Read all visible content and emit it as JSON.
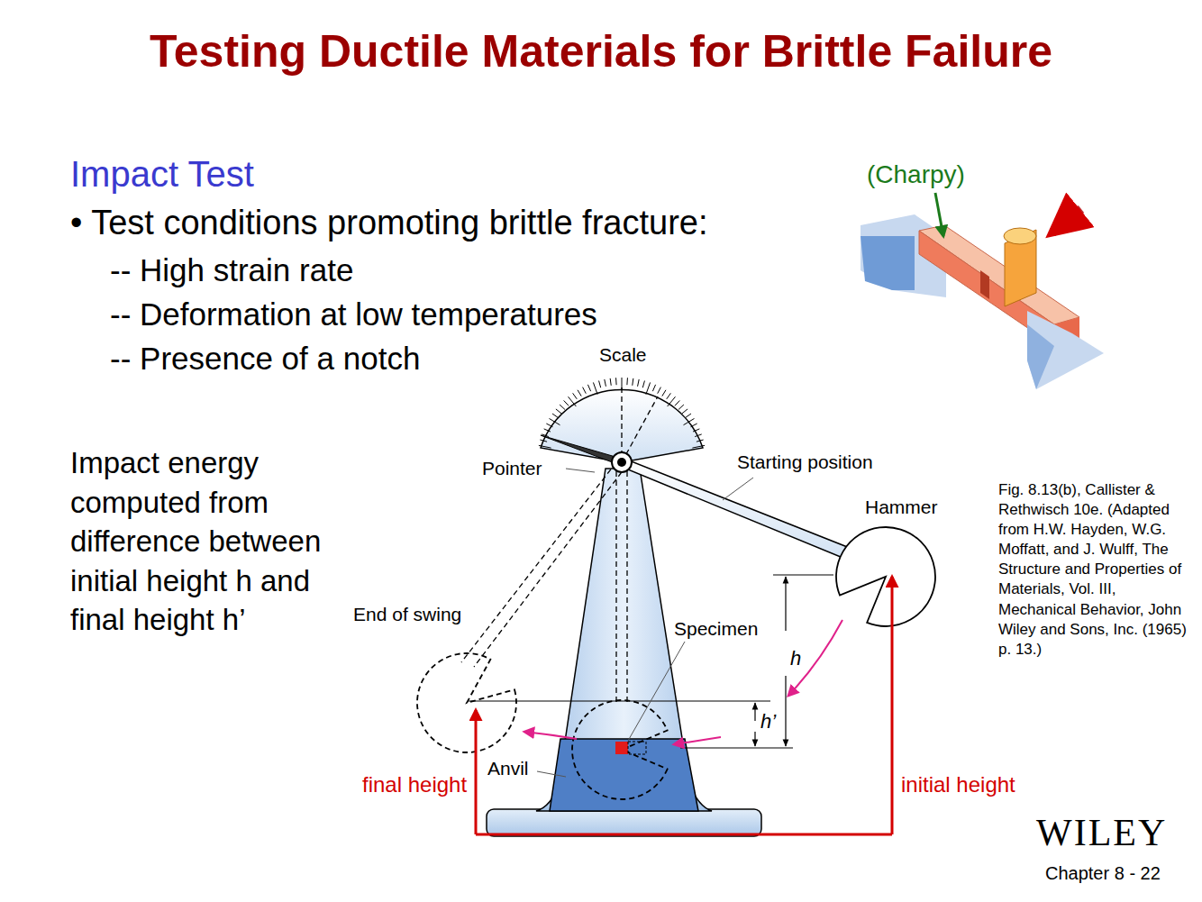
{
  "diagram": {
    "title": "Testing Ductile Materials for Brittle Failure",
    "labels": [
      "Impact Test",
      "• Test conditions promoting brittle fracture:",
      "-- High strain rate",
      "-- Deformation at low temperatures",
      "-- Presence of a notch",
      "Impact energy computed from difference between initial height h and final height h’",
      "(Charpy)",
      "Scale",
      "Pointer",
      "Starting position",
      "Hammer",
      "End of swing",
      "Specimen",
      "Anvil",
      "h",
      "h’",
      "final height",
      "initial height",
      "Fig. 8.13(b), Callister & Rethwisch 10e. (Adapted from H.W. Hayden, W.G. Moffatt, and J. Wulff, The Structure and Properties of Materials, Vol. III, Mechanical Behavior, John Wiley and Sons, Inc. (1965) p. 13.)",
      "WILEY",
      "Chapter 8 - 22"
    ]
  }
}
